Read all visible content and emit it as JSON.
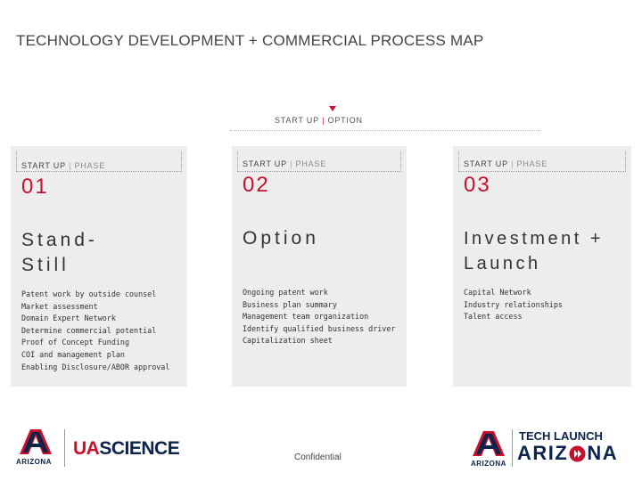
{
  "page": {
    "title": "TECHNOLOGY DEVELOPMENT + COMMERCIAL PROCESS MAP",
    "start_up_label": "START UP",
    "start_up_separator": "|",
    "start_up_option": "OPTION",
    "footer_text": "Confidential"
  },
  "colors": {
    "accent": "#c8102e",
    "panel_bg": "#ededed",
    "navy": "#0c234b"
  },
  "phases": [
    {
      "start_up": "START UP",
      "separator": "|",
      "phase": "PHASE",
      "number": "01",
      "heading_lines": [
        "Stand-",
        "Still"
      ],
      "items": [
        "Patent work by outside counsel",
        "Market assessment",
        "Domain Expert Network",
        "Determine commercial potential",
        "Proof of Concept Funding",
        "COI and management plan",
        "Enabling Disclosure/ABOR approval"
      ]
    },
    {
      "start_up": "START UP",
      "separator": "|",
      "phase": "PHASE",
      "number": "02",
      "heading_lines": [
        "Option"
      ],
      "items": [
        "Ongoing patent work",
        "Business plan summary",
        "Management team organization",
        "Identify qualified business driver",
        "Capitalization sheet"
      ]
    },
    {
      "start_up": "START UP",
      "separator": "|",
      "phase": "PHASE",
      "number": "03",
      "heading_lines": [
        "Investment +",
        "Launch"
      ],
      "items": [
        "Capital Network",
        "Industry relationships",
        "Talent access"
      ]
    }
  ],
  "logos": {
    "left_university": "ARIZONA",
    "left_brand_ua": "UA",
    "left_brand_science": "SCIENCE",
    "right_university": "ARIZONA",
    "right_brand_top": "TECH LAUNCH",
    "right_brand_bottom_a": "ARIZ",
    "right_brand_bottom_b": "NA"
  }
}
